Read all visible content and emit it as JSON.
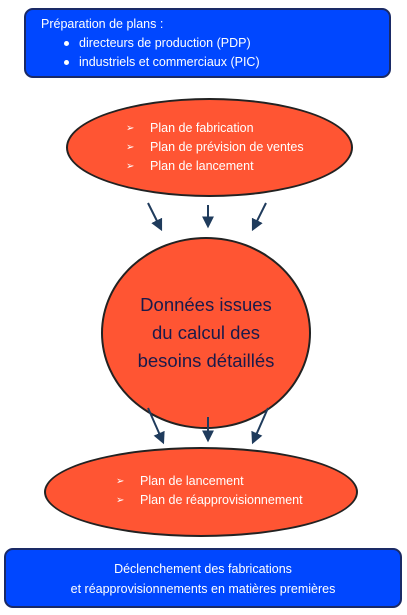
{
  "top_box": {
    "title": "Préparation de plans :",
    "items": [
      "directeurs de production (PDP)",
      "industriels et commerciaux (PIC)"
    ]
  },
  "top_ellipse": {
    "bullet": "➢",
    "items": [
      "Plan de fabrication",
      "Plan de prévision de ventes",
      "Plan de lancement"
    ]
  },
  "center_ellipse": {
    "lines": [
      "Données issues",
      "du calcul des",
      "besoins détaillés"
    ]
  },
  "bottom_ellipse": {
    "bullet": "➢",
    "items": [
      "Plan de lancement",
      "Plan de réapprovisionnement"
    ]
  },
  "bottom_box": {
    "lines": [
      "Déclenchement  des fabrications",
      "et réapprovisionnements en matières premières"
    ]
  },
  "colors": {
    "box_fill": "#0047FF",
    "ellipse_fill": "#FF5533",
    "center_text": "#1a1a4a",
    "arrow": "#1f3b5c"
  }
}
